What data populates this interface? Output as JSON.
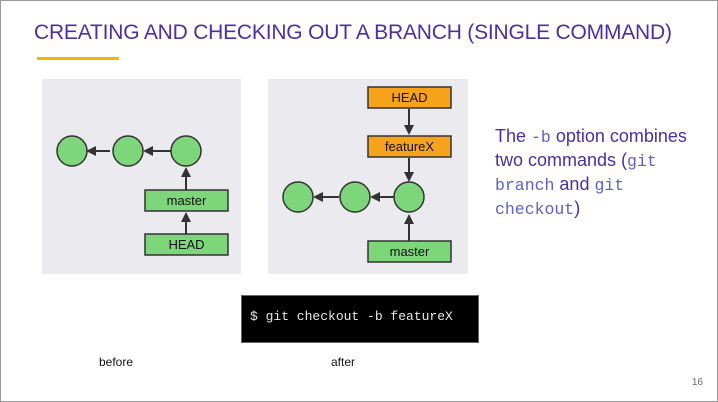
{
  "slide": {
    "title": "CREATING AND CHECKING OUT A BRANCH (SINGLE COMMAND)",
    "page_number": "16",
    "accent_color": "#f5b400",
    "title_color": "#4a2fa8"
  },
  "before_diagram": {
    "commit_color": "#7ed67a",
    "branch_box_color": "#7ed67a",
    "labels": {
      "branch": "master",
      "head": "HEAD"
    }
  },
  "after_diagram": {
    "commit_color": "#7ed67a",
    "head_box_color": "#f7a31a",
    "labels": {
      "head": "HEAD",
      "new_branch": "featureX",
      "branch": "master"
    }
  },
  "description": {
    "part1": "The ",
    "code1": "-b",
    "part2": " option combines two commands (",
    "code2": "git branch",
    "part3": " and ",
    "code3": "git checkout",
    "part4": ")"
  },
  "terminal": {
    "command": "$ git checkout -b featureX"
  },
  "captions": {
    "before": "before",
    "after": "after"
  }
}
